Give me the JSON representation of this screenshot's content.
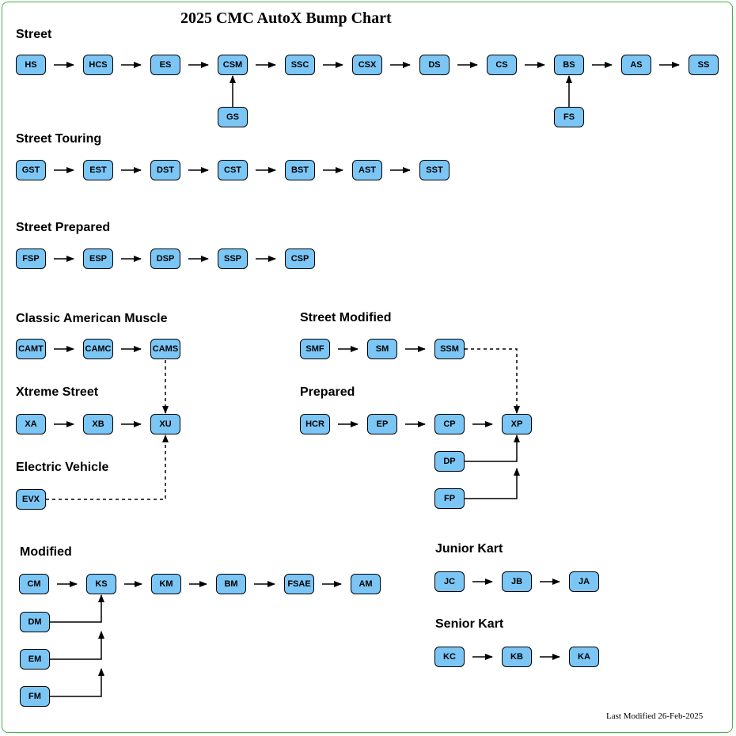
{
  "title": "2025 CMC AutoX Bump Chart",
  "footer": "Last Modified 26-Feb-2025",
  "colors": {
    "node_fill": "#7cc6f6",
    "node_border": "#000000",
    "frame": "#3fb34a"
  },
  "sections": {
    "street": "Street",
    "street_touring": "Street Touring",
    "street_prepared": "Street Prepared",
    "classic_american_muscle": "Classic American Muscle",
    "street_modified": "Street Modified",
    "xtreme_street": "Xtreme Street",
    "prepared": "Prepared",
    "electric_vehicle": "Electric Vehicle",
    "modified": "Modified",
    "junior_kart": "Junior Kart",
    "senior_kart": "Senior Kart"
  },
  "nodes": {
    "HS": "HS",
    "HCS": "HCS",
    "ES": "ES",
    "CSM": "CSM",
    "SSC": "SSC",
    "CSX": "CSX",
    "DS": "DS",
    "CS": "CS",
    "BS": "BS",
    "AS": "AS",
    "SS": "SS",
    "GS": "GS",
    "FS": "FS",
    "GST": "GST",
    "EST": "EST",
    "DST": "DST",
    "CST": "CST",
    "BST": "BST",
    "AST": "AST",
    "SST": "SST",
    "FSP": "FSP",
    "ESP": "ESP",
    "DSP": "DSP",
    "SSP": "SSP",
    "CSP": "CSP",
    "CAMT": "CAMT",
    "CAMC": "CAMC",
    "CAMS": "CAMS",
    "SMF": "SMF",
    "SM": "SM",
    "SSM": "SSM",
    "XA": "XA",
    "XB": "XB",
    "XU": "XU",
    "HCR": "HCR",
    "EP": "EP",
    "CP": "CP",
    "XP": "XP",
    "DP": "DP",
    "FP": "FP",
    "EVX": "EVX",
    "CM": "CM",
    "KS": "KS",
    "KM": "KM",
    "BM": "BM",
    "FSAE": "FSAE",
    "AM": "AM",
    "DM": "DM",
    "EM": "EM",
    "FM": "FM",
    "JC": "JC",
    "JB": "JB",
    "JA": "JA",
    "KC": "KC",
    "KB": "KB",
    "KA": "KA"
  },
  "edges": [
    {
      "from": "HS",
      "to": "HCS"
    },
    {
      "from": "HCS",
      "to": "ES"
    },
    {
      "from": "ES",
      "to": "CSM"
    },
    {
      "from": "CSM",
      "to": "SSC"
    },
    {
      "from": "SSC",
      "to": "CSX"
    },
    {
      "from": "CSX",
      "to": "DS"
    },
    {
      "from": "DS",
      "to": "CS"
    },
    {
      "from": "CS",
      "to": "BS"
    },
    {
      "from": "BS",
      "to": "AS"
    },
    {
      "from": "AS",
      "to": "SS"
    },
    {
      "from": "GS",
      "to": "CSM"
    },
    {
      "from": "FS",
      "to": "BS"
    },
    {
      "from": "GST",
      "to": "EST"
    },
    {
      "from": "EST",
      "to": "DST"
    },
    {
      "from": "DST",
      "to": "CST"
    },
    {
      "from": "CST",
      "to": "BST"
    },
    {
      "from": "BST",
      "to": "AST"
    },
    {
      "from": "AST",
      "to": "SST"
    },
    {
      "from": "FSP",
      "to": "ESP"
    },
    {
      "from": "ESP",
      "to": "DSP"
    },
    {
      "from": "DSP",
      "to": "SSP"
    },
    {
      "from": "SSP",
      "to": "CSP"
    },
    {
      "from": "CAMT",
      "to": "CAMC"
    },
    {
      "from": "CAMC",
      "to": "CAMS"
    },
    {
      "from": "CAMS",
      "to": "XU",
      "dashed": true
    },
    {
      "from": "SMF",
      "to": "SM"
    },
    {
      "from": "SM",
      "to": "SSM"
    },
    {
      "from": "SSM",
      "to": "XP",
      "dashed": true
    },
    {
      "from": "XA",
      "to": "XB"
    },
    {
      "from": "XB",
      "to": "XU"
    },
    {
      "from": "EVX",
      "to": "XU",
      "dashed": true
    },
    {
      "from": "HCR",
      "to": "EP"
    },
    {
      "from": "EP",
      "to": "CP"
    },
    {
      "from": "CP",
      "to": "XP"
    },
    {
      "from": "DP",
      "to": "XP"
    },
    {
      "from": "FP",
      "to": "XP"
    },
    {
      "from": "CM",
      "to": "KS"
    },
    {
      "from": "KS",
      "to": "KM"
    },
    {
      "from": "KM",
      "to": "BM"
    },
    {
      "from": "BM",
      "to": "FSAE"
    },
    {
      "from": "FSAE",
      "to": "AM"
    },
    {
      "from": "DM",
      "to": "KS"
    },
    {
      "from": "EM",
      "to": "KS"
    },
    {
      "from": "FM",
      "to": "KS"
    },
    {
      "from": "JC",
      "to": "JB"
    },
    {
      "from": "JB",
      "to": "JA"
    },
    {
      "from": "KC",
      "to": "KB"
    },
    {
      "from": "KB",
      "to": "KA"
    }
  ]
}
